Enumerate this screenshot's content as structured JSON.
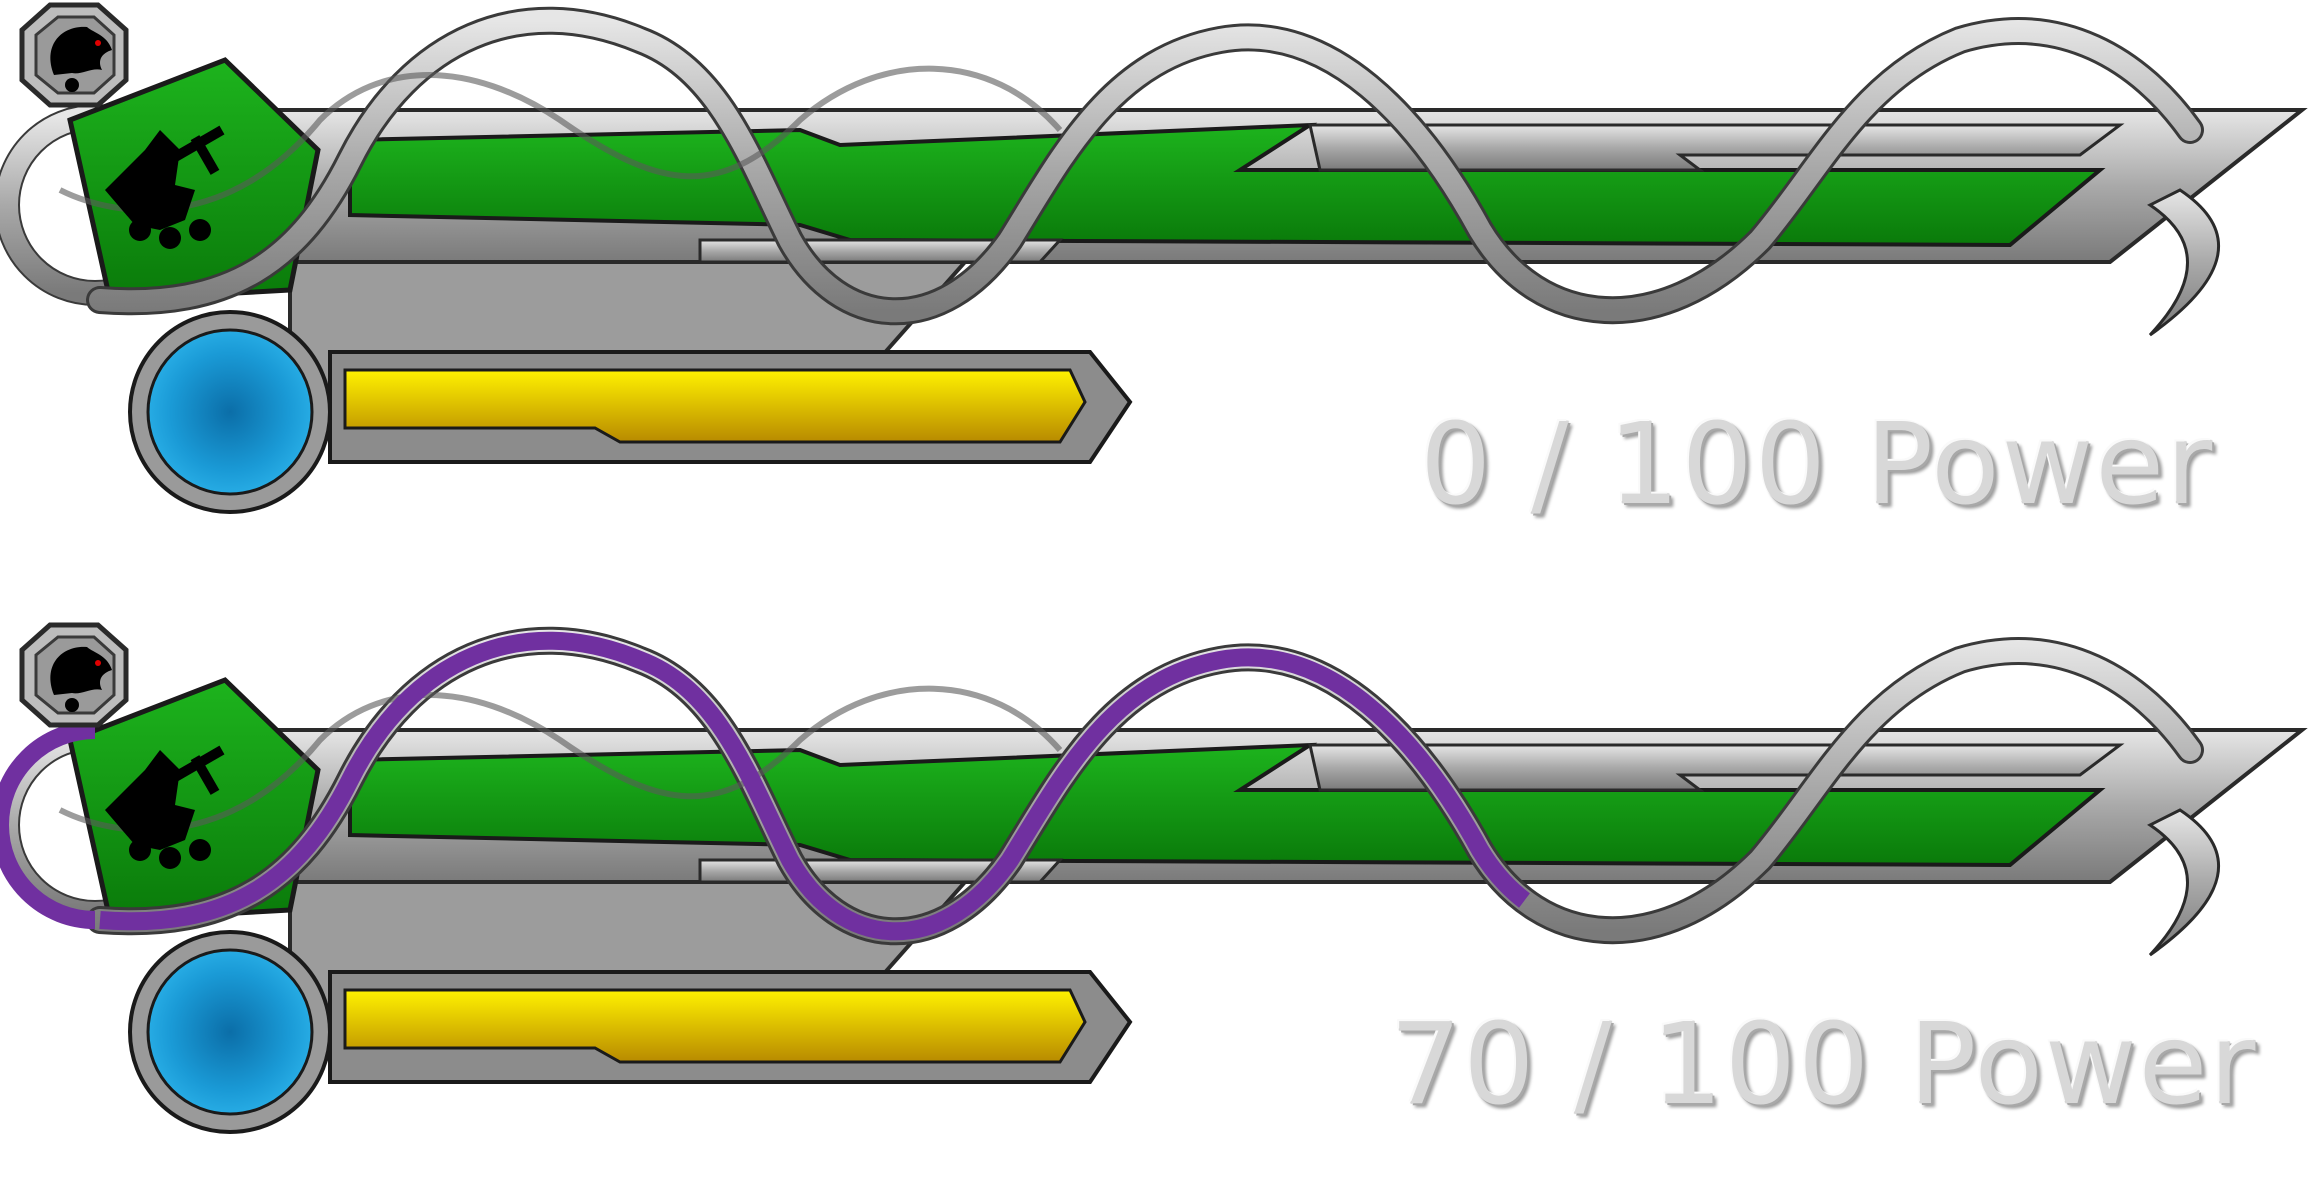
{
  "hud_frames": [
    {
      "power_text": "0 / 100 Power",
      "power_current": 0,
      "power_max": 100,
      "power_fill_fraction": 0.0
    },
    {
      "power_text": "70 / 100 Power",
      "power_current": 70,
      "power_max": 100,
      "power_fill_fraction": 0.7
    }
  ],
  "icons": {
    "portrait": "demon-head-icon",
    "emblem": "sword-knight-emblem-icon"
  },
  "colors": {
    "health_green": "#109010",
    "mana_blue": "#1aa0d8",
    "stamina_yellow": "#f0d800",
    "power_purple": "#7030a0",
    "frame_silver": "#a8a8a8"
  }
}
